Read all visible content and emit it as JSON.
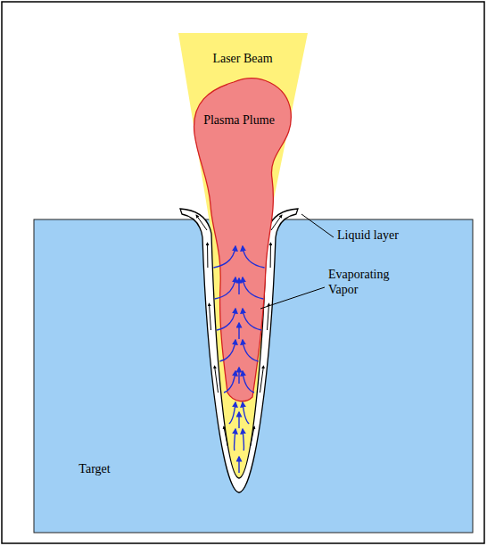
{
  "diagram": {
    "nodes": [
      {
        "text": [
          "Laser Beam"
        ]
      },
      {
        "text": [
          "Plasma Plume"
        ]
      },
      {
        "text": [
          "Target"
        ]
      }
    ],
    "labels": [
      "Liquid layer",
      "Evaporating Vapor"
    ]
  }
}
